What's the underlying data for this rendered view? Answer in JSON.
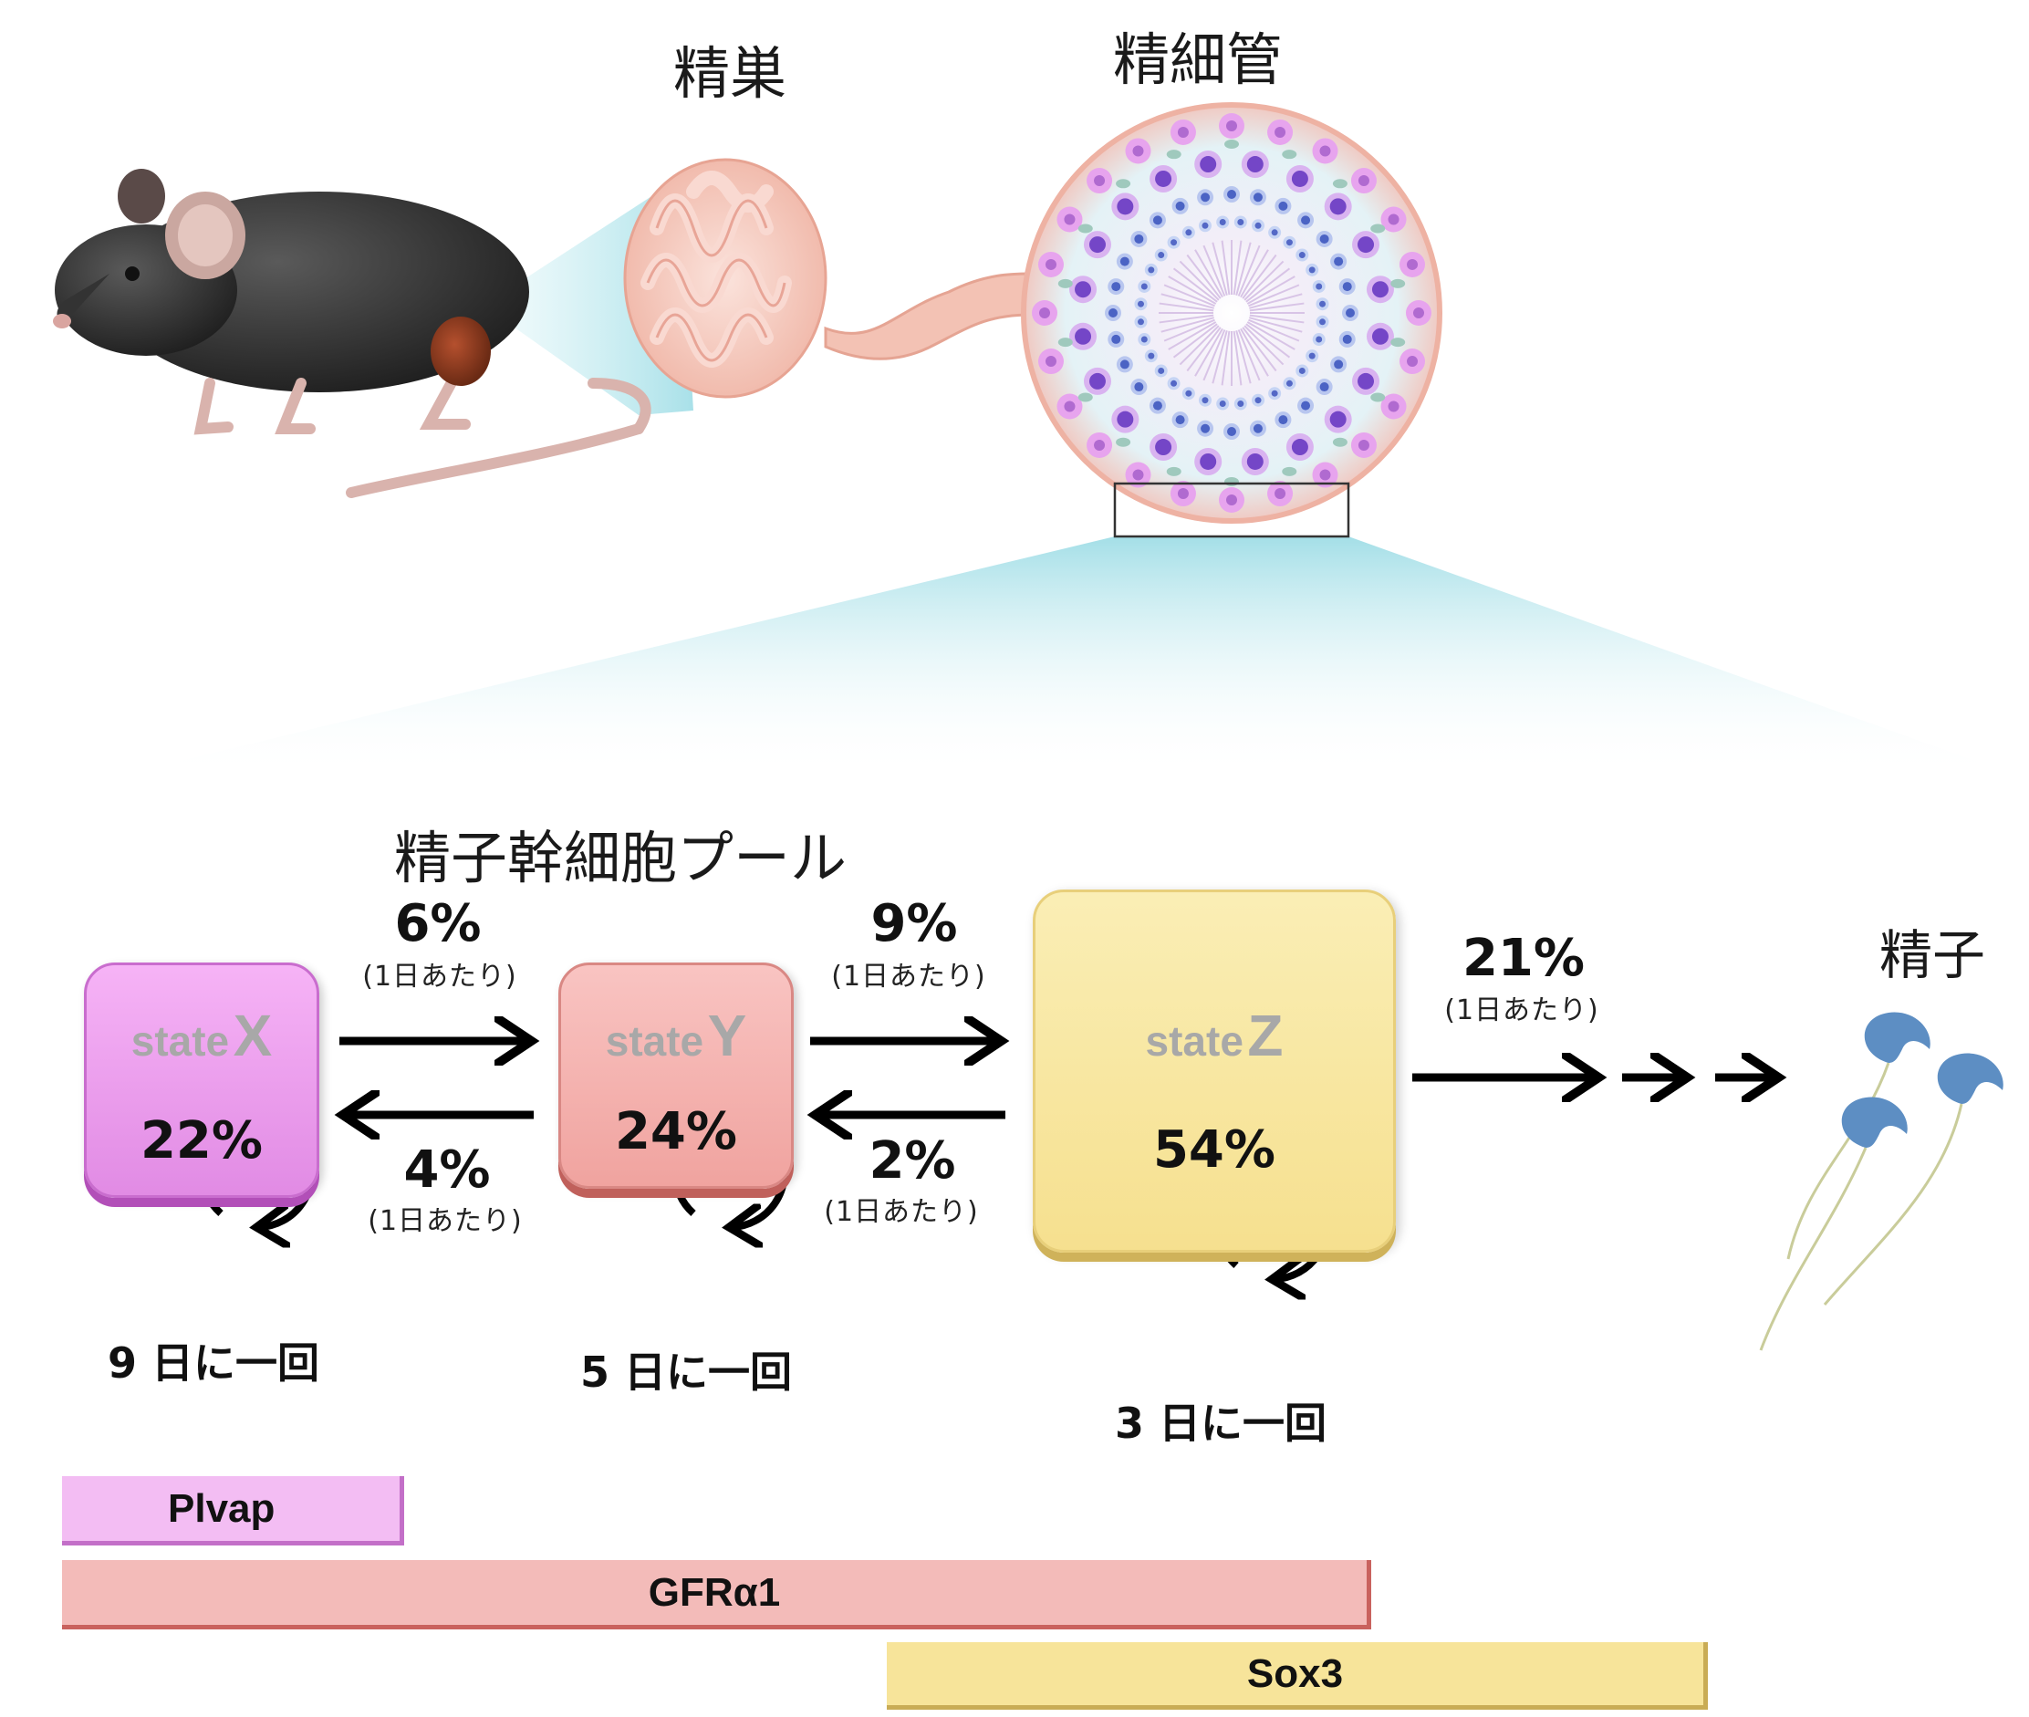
{
  "labels": {
    "testis": "精巣",
    "seminiferous_tubule": "精細管",
    "stem_cell_pool": "精子幹細胞プール",
    "sperm": "精子"
  },
  "states": [
    {
      "word": "state",
      "letter": "X",
      "percent": "22%",
      "cycle": "9 日に一回",
      "color": "#e58ce8"
    },
    {
      "word": "state",
      "letter": "Y",
      "percent": "24%",
      "cycle": "5 日に一回",
      "color": "#f2a9a6"
    },
    {
      "word": "state",
      "letter": "Z",
      "percent": "54%",
      "cycle": "3 日に一回",
      "color": "#f7e49a"
    }
  ],
  "transitions": {
    "x_to_y": {
      "rate": "6%",
      "note": "(1日あたり)"
    },
    "y_to_x": {
      "rate": "4%",
      "note": "(1日あたり)"
    },
    "y_to_z": {
      "rate": "9%",
      "note": "(1日あたり)"
    },
    "z_to_y": {
      "rate": "2%",
      "note": "(1日あたり)"
    },
    "z_to_sperm": {
      "rate": "21%",
      "note": "(1日あたり)"
    }
  },
  "markers": [
    {
      "name": "Plvap",
      "color": "#f2b8f2"
    },
    {
      "name": "GFRα1",
      "color": "#f2b8b6"
    },
    {
      "name": "Sox3",
      "color": "#f7e49a"
    }
  ]
}
